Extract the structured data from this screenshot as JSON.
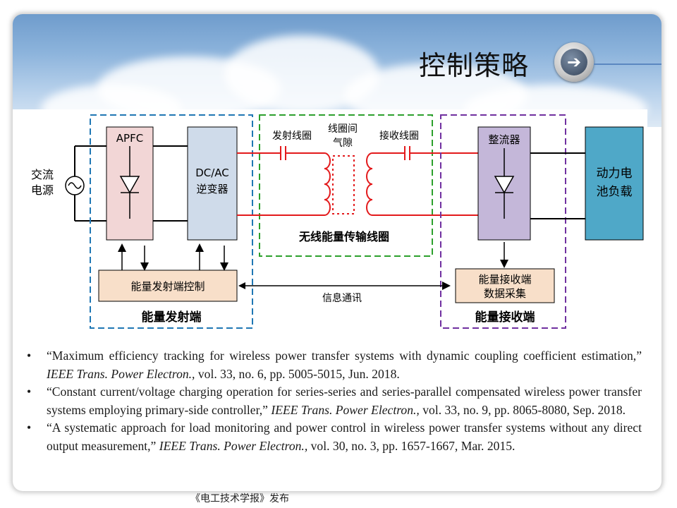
{
  "header": {
    "title": "控制策略"
  },
  "diagram": {
    "ac_source": {
      "line1": "交流",
      "line2": "电源"
    },
    "apfc": "APFC",
    "inverter": {
      "line1": "DC/AC",
      "line2": "逆变器"
    },
    "tx_coil": "发射线圈",
    "gap": {
      "line1": "线圈间",
      "line2": "气隙"
    },
    "rx_coil": "接收线圈",
    "rectifier": "整流器",
    "battery": {
      "line1": "动力电",
      "line2": "池负载"
    },
    "wireless_coil": "无线能量传输线圈",
    "tx_control": "能量发射端控制",
    "rx_acq": {
      "line1": "能量接收端",
      "line2": "数据采集"
    },
    "comm": "信息通讯",
    "tx_group": "能量发射端",
    "rx_group": "能量接收端",
    "colors": {
      "tx_group": "#1f77b4",
      "coil_group": "#2ca02c",
      "rx_group": "#7030a0",
      "coil": "#e31a1c"
    }
  },
  "references": [
    {
      "bullet": "•",
      "text": "“Maximum efficiency tracking for wireless power transfer systems with dynamic coupling coefficient estimation,” ",
      "journal": "IEEE Trans. Power Electron.,",
      "tail": " vol. 33, no. 6, pp. 5005-5015, Jun. 2018."
    },
    {
      "bullet": "•",
      "text": "“Constant current/voltage charging operation for series-series and series-parallel compensated wireless power transfer systems employing primary-side controller,” ",
      "journal": "IEEE Trans. Power Electron.,",
      "tail": " vol. 33, no. 9, pp. 8065-8080, Sep. 2018."
    },
    {
      "bullet": "•",
      "text": "“A systematic approach for load monitoring and power control in wireless power transfer systems without any direct output measurement,” ",
      "journal": "IEEE Trans. Power Electron.,",
      "tail": " vol. 30, no. 3, pp. 1657-1667, Mar. 2015."
    }
  ],
  "footer": {
    "text": "《电工技术学报》发布"
  }
}
